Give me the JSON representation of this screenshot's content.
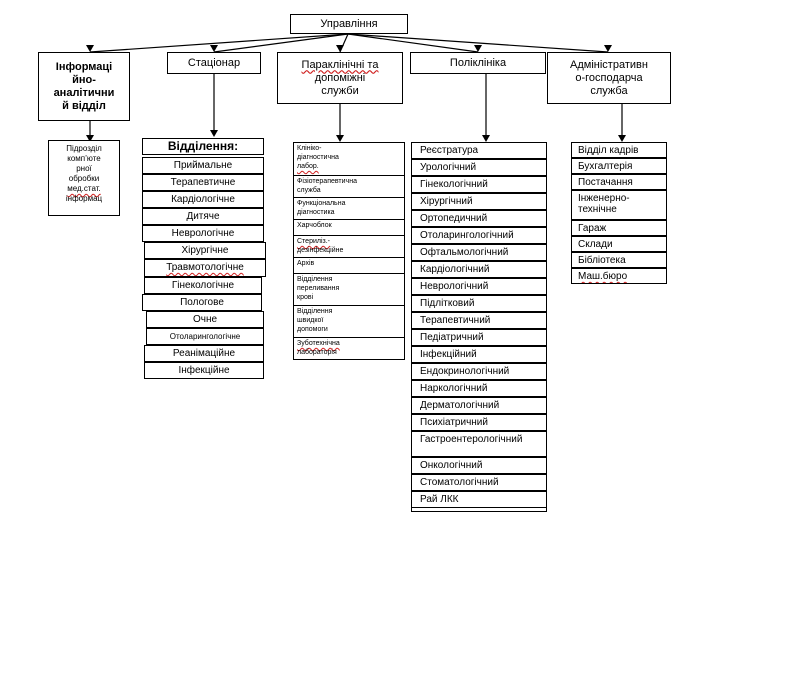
{
  "root": "Управління",
  "columns": {
    "info": {
      "header": "Інформаційно-аналітичний відділ",
      "header_lines": [
        "Інформаці",
        "йно-",
        "аналітични",
        "й відділ"
      ],
      "sub_lines": [
        "Підрозділ",
        "комп’юте",
        "рної",
        "обробки",
        "мед.стат.",
        "інформац"
      ]
    },
    "stationar": {
      "header": "Стаціонар",
      "title": "Відділення:",
      "items": [
        "Приймальне",
        "Терапевтичне",
        "Кардіологічне",
        "Дитяче",
        "Неврологічне",
        "Хірургічне",
        "Травмотологічне",
        "Гінекологічне",
        "Пологове",
        "Очне",
        "Отоларингологічне",
        "Реанімаційне",
        "Інфекційне"
      ]
    },
    "paraclinic": {
      "header": "Параклінічні та допоміжні служби",
      "header_lines": [
        "Параклінічні та",
        "допоміжні",
        "служби"
      ],
      "items": [
        [
          "Клініко-",
          "діагностична",
          "лабор."
        ],
        [
          "Фізіотерапевтична",
          "служба"
        ],
        [
          "Функціональна",
          "діагностика"
        ],
        [
          "Харчоблок"
        ],
        [
          "Стериліз.-",
          "дезінфекційне"
        ],
        [
          "Архів"
        ],
        [
          "Відділення",
          "переливання",
          "крові"
        ],
        [
          "Відділення",
          "швидкої",
          "допомоги"
        ],
        [
          "Зуботехнічна",
          "лабораторія"
        ]
      ]
    },
    "policlinic": {
      "header": "Поліклініка",
      "items": [
        "Реєстратура",
        "Урологічний",
        "Гінекологічний",
        "Хірургічний",
        "Ортопедичний",
        "Отоларингологічний",
        "Офтальмологічний",
        "Кардіологічний",
        "Неврологічний",
        "Підлітковий",
        "Терапевтичний",
        "Педіатричний",
        "Інфекційний",
        "Ендокринологічний",
        "Наркологічний",
        "Дерматологічний",
        "Психіатричний",
        "Гастроентерологічний",
        "Онкологічний",
        "Стоматологічний",
        "Рай ЛКК"
      ]
    },
    "admin": {
      "header": "Адміністративно-господарча служба",
      "header_lines": [
        "Адміністративн",
        "о-господарча",
        "служба"
      ],
      "items": [
        "Відділ кадрів",
        "Бухгалтерія",
        "Постачання",
        "Інженерно-технічне",
        "Гараж",
        "Склади",
        "Бібліотека",
        "Маш.бюро"
      ]
    }
  }
}
